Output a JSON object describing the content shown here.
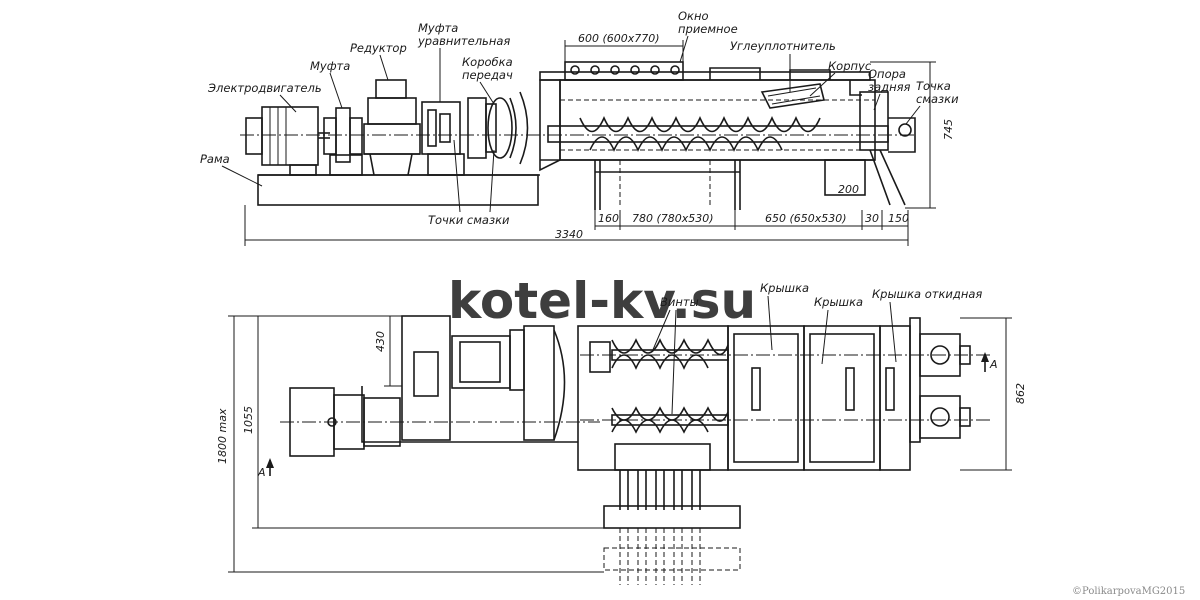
{
  "side_view": {
    "labels": {
      "motor": "Электродвигатель",
      "coupling": "Муфта",
      "reducer": "Редуктор",
      "equalizing_coupling_1": "Муфта",
      "equalizing_coupling_2": "уравнительная",
      "gearbox_1": "Коробка",
      "gearbox_2": "передач",
      "window_1": "Окно",
      "window_2": "приемное",
      "compactor": "Углеуплотнитель",
      "housing": "Корпус",
      "rear_support_1": "Опора",
      "rear_support_2": "задняя",
      "lube_point_1": "Точка",
      "lube_point_2": "смазки",
      "frame": "Рама",
      "lube_points": "Точки смазки"
    },
    "dimensions": {
      "window_width": "600 (600х770)",
      "height": "745",
      "d200": "200",
      "d160": "160",
      "d780": "780 (780х530)",
      "d650": "650 (650х530)",
      "d30": "30",
      "d150": "150",
      "total_length": "3340"
    }
  },
  "plan_view": {
    "labels": {
      "screws": "Винты",
      "cover_1": "Крышка",
      "cover_2": "Крышка",
      "folding_cover": "Крышка откидная"
    },
    "dimensions": {
      "d430": "430",
      "d1055": "1055",
      "d1800": "1800 max",
      "d862": "862",
      "section_a_left": "А",
      "section_a_right": "А"
    }
  },
  "watermark": "kotel-kv.su",
  "copyright": "©PolikarpovaMG2015"
}
